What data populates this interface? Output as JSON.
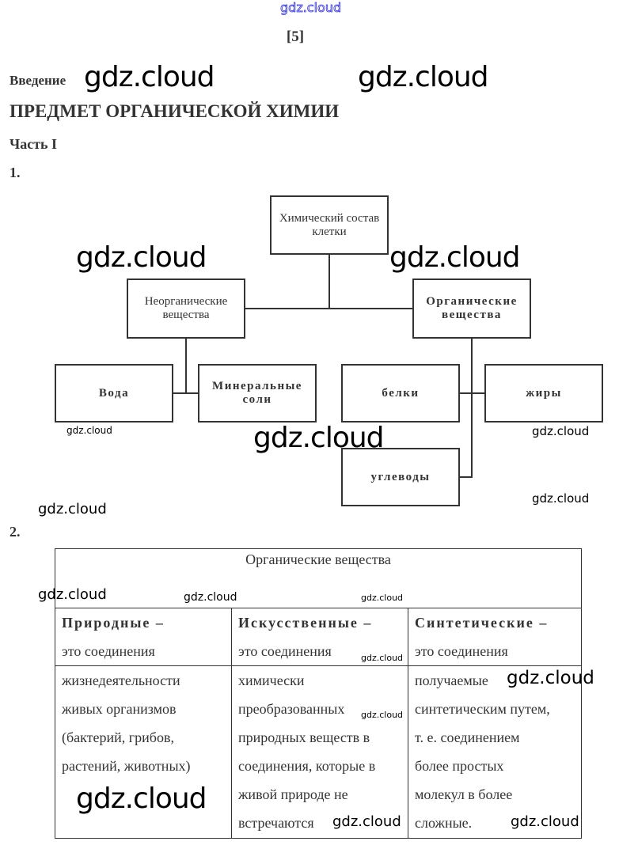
{
  "watermark": "gdz.cloud",
  "page_number": "[5]",
  "section": "Введение",
  "title": "ПРЕДМЕТ ОРГАНИЧЕСКОЙ ХИМИИ",
  "part": "Часть I",
  "task1": "1.",
  "task2": "2.",
  "diagram": {
    "root": "Химический состав клетки",
    "inorganic": "Неорганические вещества",
    "organic": "Органические вещества",
    "water": "Вода",
    "minerals": "Минеральные соли",
    "proteins": "белки",
    "fats": "жиры",
    "carbs": "углеводы"
  },
  "table": {
    "header": "Органические вещества",
    "columns": [
      {
        "term": "Природные –",
        "line1": "это соединения",
        "body": [
          "жизнедеятельности",
          "живых организмов",
          "(бактерий, грибов,",
          "растений, животных)"
        ]
      },
      {
        "term": "Искусственные –",
        "line1": "это соединения",
        "body": [
          "химически",
          "преобразованных",
          "природных веществ в",
          "соединения, которые в",
          "живой природе не",
          "встречаются"
        ]
      },
      {
        "term": "Синтетические –",
        "line1": "это соединения",
        "body": [
          "получаемые",
          "синтетическим путем,",
          "т. е. соединением",
          "более простых",
          "молекул в более",
          "сложные."
        ]
      }
    ]
  }
}
